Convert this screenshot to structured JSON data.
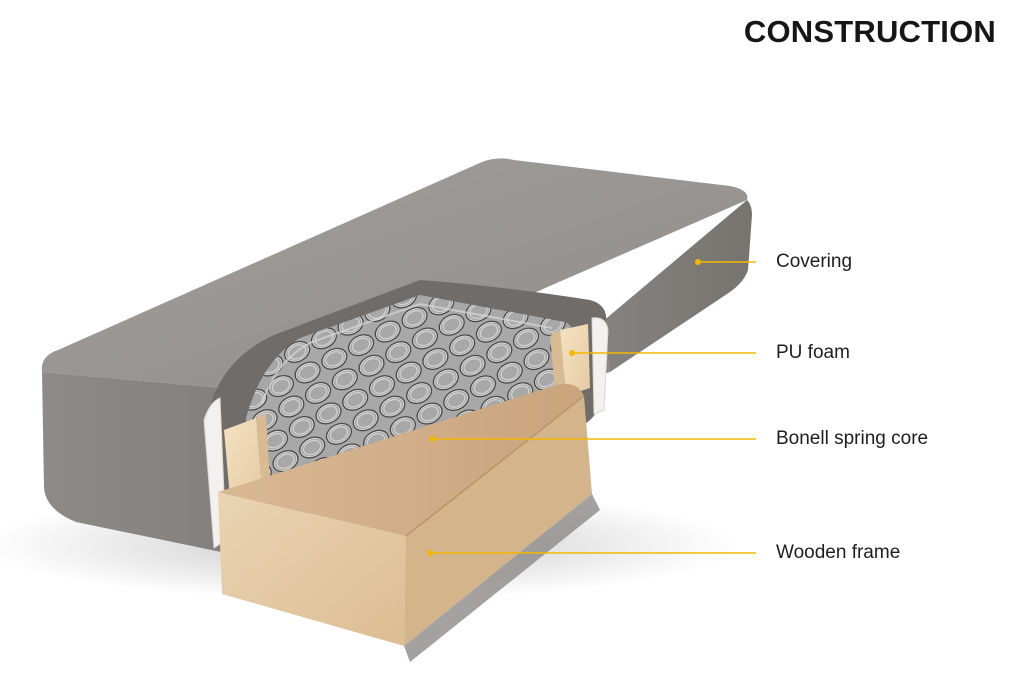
{
  "title": "CONSTRUCTION",
  "accent_color": "#f2b705",
  "layers": [
    {
      "label": "Covering"
    },
    {
      "label": "PU foam"
    },
    {
      "label": "Bonell spring core"
    },
    {
      "label": "Wooden frame"
    }
  ]
}
